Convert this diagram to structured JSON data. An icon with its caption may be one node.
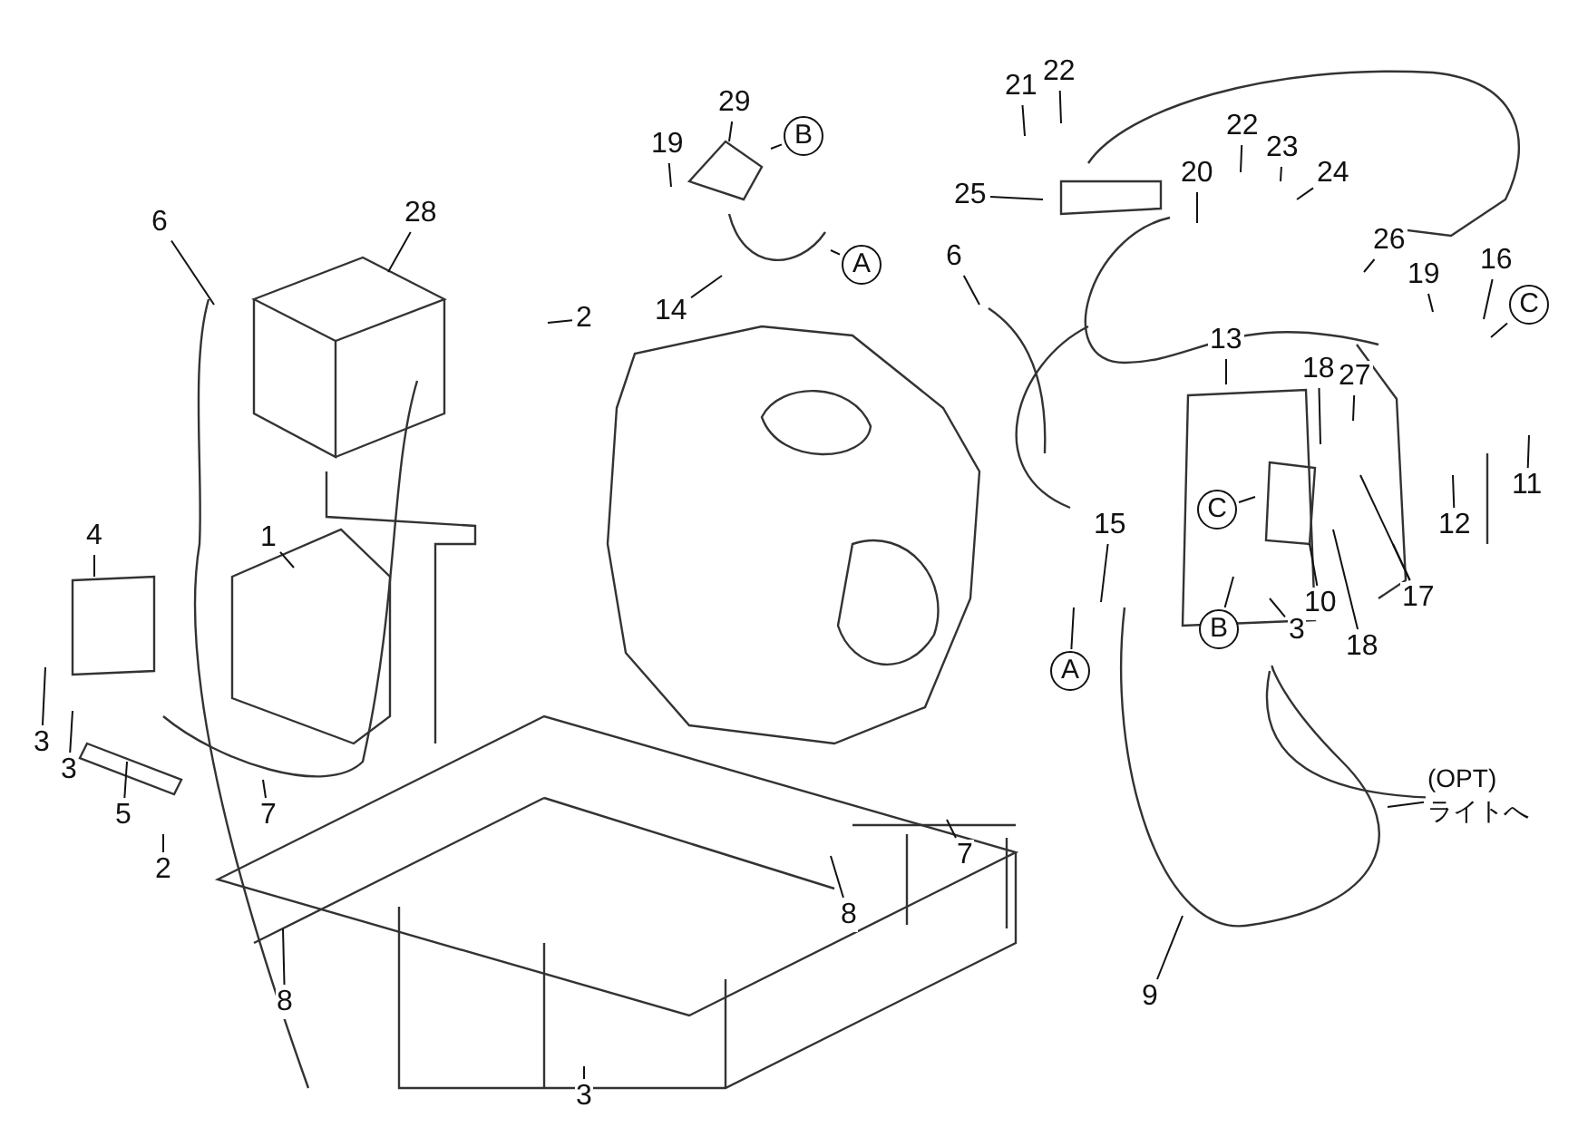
{
  "diagram": {
    "nodes": [
      {
        "text": [
          "21"
        ]
      },
      {
        "text": [
          "22"
        ]
      },
      {
        "text": [
          "29"
        ]
      },
      {
        "text": [
          "B"
        ]
      },
      {
        "text": [
          "19"
        ]
      },
      {
        "text": [
          "22"
        ]
      },
      {
        "text": [
          "23"
        ]
      },
      {
        "text": [
          "24"
        ]
      },
      {
        "text": [
          "20"
        ]
      },
      {
        "text": [
          "25"
        ]
      },
      {
        "text": [
          "6"
        ]
      },
      {
        "text": [
          "28"
        ]
      },
      {
        "text": [
          "26"
        ]
      },
      {
        "text": [
          "A"
        ]
      },
      {
        "text": [
          "6"
        ]
      },
      {
        "text": [
          "19"
        ]
      },
      {
        "text": [
          "16"
        ]
      },
      {
        "text": [
          "C"
        ]
      },
      {
        "text": [
          "14"
        ]
      },
      {
        "text": [
          "2"
        ]
      },
      {
        "text": [
          "13"
        ]
      },
      {
        "text": [
          "18"
        ]
      },
      {
        "text": [
          "27"
        ]
      },
      {
        "text": [
          "11"
        ]
      },
      {
        "text": [
          "C"
        ]
      },
      {
        "text": [
          "12"
        ]
      },
      {
        "text": [
          "15"
        ]
      },
      {
        "text": [
          "1"
        ]
      },
      {
        "text": [
          "4"
        ]
      },
      {
        "text": [
          "10"
        ]
      },
      {
        "text": [
          "17"
        ]
      },
      {
        "text": [
          "B"
        ]
      },
      {
        "text": [
          "3"
        ]
      },
      {
        "text": [
          "18"
        ]
      },
      {
        "text": [
          "A"
        ]
      },
      {
        "text": [
          "3"
        ]
      },
      {
        "text": [
          "3"
        ]
      },
      {
        "text": [
          "(OPT)ライトへ"
        ]
      },
      {
        "text": [
          "5"
        ]
      },
      {
        "text": [
          "7"
        ]
      },
      {
        "text": [
          "2"
        ]
      },
      {
        "text": [
          "7"
        ]
      },
      {
        "text": [
          "8"
        ]
      },
      {
        "text": [
          "9"
        ]
      },
      {
        "text": [
          "8"
        ]
      },
      {
        "text": [
          "3"
        ]
      }
    ],
    "edges": [
      {
        "from": 0,
        "to": null,
        "arrow": "none"
      },
      {
        "from": 1,
        "to": null,
        "arrow": "none"
      },
      {
        "from": 2,
        "to": null,
        "arrow": "none"
      },
      {
        "from": 3,
        "to": null,
        "arrow": "none"
      },
      {
        "from": 4,
        "to": null,
        "arrow": "none"
      },
      {
        "from": 5,
        "to": null,
        "arrow": "none"
      },
      {
        "from": 6,
        "to": null,
        "arrow": "none"
      },
      {
        "from": 7,
        "to": null,
        "arrow": "none"
      },
      {
        "from": 8,
        "to": null,
        "arrow": "none"
      },
      {
        "from": 9,
        "to": null,
        "arrow": "none"
      },
      {
        "from": 10,
        "to": null,
        "arrow": "none"
      },
      {
        "from": 11,
        "to": null,
        "arrow": "none"
      },
      {
        "from": 12,
        "to": null,
        "arrow": "none"
      },
      {
        "from": 13,
        "to": null,
        "arrow": "none"
      },
      {
        "from": 14,
        "to": null,
        "arrow": "none"
      },
      {
        "from": 15,
        "to": null,
        "arrow": "none"
      },
      {
        "from": 16,
        "to": null,
        "arrow": "none"
      },
      {
        "from": 17,
        "to": null,
        "arrow": "none"
      },
      {
        "from": 18,
        "to": null,
        "arrow": "none"
      },
      {
        "from": 19,
        "to": null,
        "arrow": "none"
      },
      {
        "from": 20,
        "to": null,
        "arrow": "none"
      },
      {
        "from": 21,
        "to": null,
        "arrow": "none"
      },
      {
        "from": 22,
        "to": null,
        "arrow": "none"
      },
      {
        "from": 23,
        "to": null,
        "arrow": "none"
      },
      {
        "from": 24,
        "to": null,
        "arrow": "none"
      },
      {
        "from": 25,
        "to": null,
        "arrow": "none"
      },
      {
        "from": 26,
        "to": null,
        "arrow": "none"
      },
      {
        "from": 27,
        "to": null,
        "arrow": "none"
      },
      {
        "from": 28,
        "to": null,
        "arrow": "none"
      },
      {
        "from": 29,
        "to": null,
        "arrow": "none"
      },
      {
        "from": 30,
        "to": null,
        "arrow": "none"
      },
      {
        "from": 30,
        "to": null,
        "arrow": "none"
      },
      {
        "from": 31,
        "to": null,
        "arrow": "none"
      },
      {
        "from": 32,
        "to": null,
        "arrow": "none"
      },
      {
        "from": 33,
        "to": null,
        "arrow": "none"
      },
      {
        "from": 34,
        "to": null,
        "arrow": "none"
      },
      {
        "from": 35,
        "to": null,
        "arrow": "none"
      },
      {
        "from": 36,
        "to": null,
        "arrow": "none"
      },
      {
        "from": 37,
        "to": null,
        "arrow": "none"
      },
      {
        "from": 38,
        "to": null,
        "arrow": "none"
      },
      {
        "from": 39,
        "to": null,
        "arrow": "none"
      },
      {
        "from": 40,
        "to": null,
        "arrow": "none"
      },
      {
        "from": 41,
        "to": null,
        "arrow": "none"
      },
      {
        "from": 42,
        "to": null,
        "arrow": "none"
      },
      {
        "from": 43,
        "to": null,
        "arrow": "none"
      },
      {
        "from": 44,
        "to": null,
        "arrow": "none"
      },
      {
        "from": 45,
        "to": null,
        "arrow": "none"
      }
    ]
  }
}
